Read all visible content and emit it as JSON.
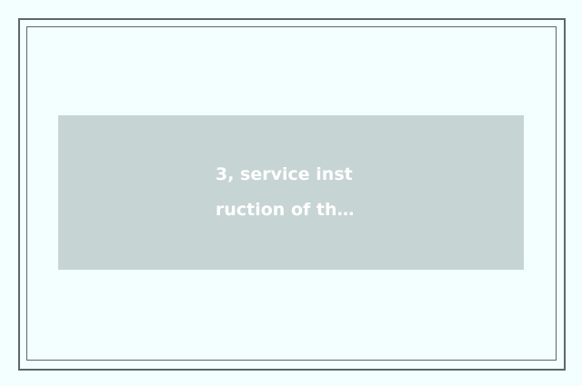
{
  "image_placeholder": {
    "caption": "3, service inst ruction of th…",
    "caption_lines": [
      "3, service inst",
      "ruction of th…"
    ],
    "background_color": "#c6d4d3",
    "text_color": "#ffffff"
  },
  "frame": {
    "border_color": "#5a6867",
    "page_background": "#f3feff"
  }
}
